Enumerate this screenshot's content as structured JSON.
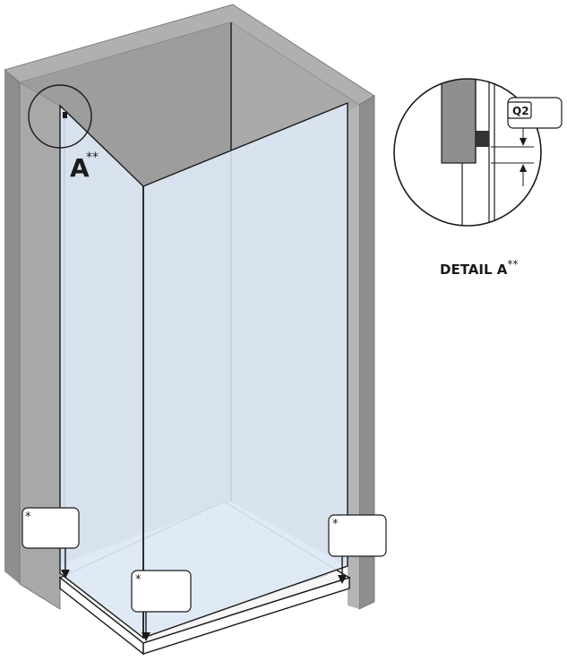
{
  "detail_marker": {
    "letter": "A",
    "note": "**"
  },
  "detail_caption": {
    "text": "DETAIL A",
    "note": "**"
  },
  "tolerance_label": "Q2",
  "callouts": [
    {
      "id": "left",
      "marker": "*",
      "value": ""
    },
    {
      "id": "front",
      "marker": "*",
      "value": ""
    },
    {
      "id": "right",
      "marker": "*",
      "value": ""
    }
  ],
  "colors": {
    "wall_outer": "#8e8e8e",
    "wall_inner": "#a6a6a6",
    "back_wall": "#9d9d9d",
    "glass": "#dce8f5",
    "outline": "#1a1a1a",
    "tray": "#ffffff",
    "seal": "#333333"
  }
}
